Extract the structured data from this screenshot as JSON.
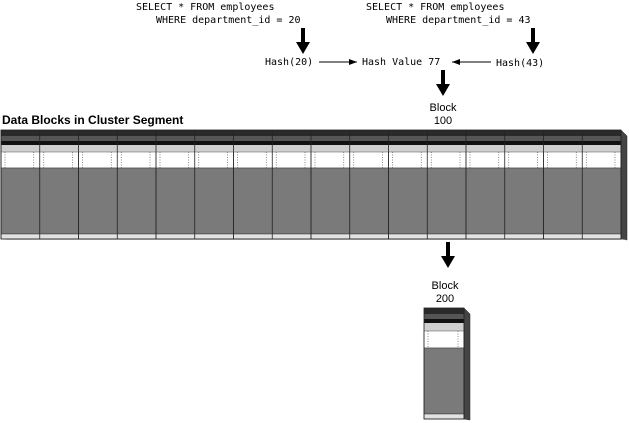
{
  "queries": {
    "left": {
      "line1": "SELECT * FROM employees",
      "line2": "WHERE department_id = 20"
    },
    "right": {
      "line1": "SELECT * FROM employees",
      "line2": "WHERE department_id = 43"
    }
  },
  "hash": {
    "left": "Hash(20)",
    "center": "Hash Value 77",
    "right": "Hash(43)"
  },
  "segment": {
    "title": "Data Blocks in Cluster Segment",
    "block_count": 16
  },
  "blocks": {
    "upper": {
      "line1": "Block",
      "line2": "100"
    },
    "lower": {
      "line1": "Block",
      "line2": "200"
    }
  },
  "colors": {
    "dark_band": "#1a1a1a",
    "body_gray": "#7a7a7a",
    "light_gray": "#d0d0d0"
  }
}
